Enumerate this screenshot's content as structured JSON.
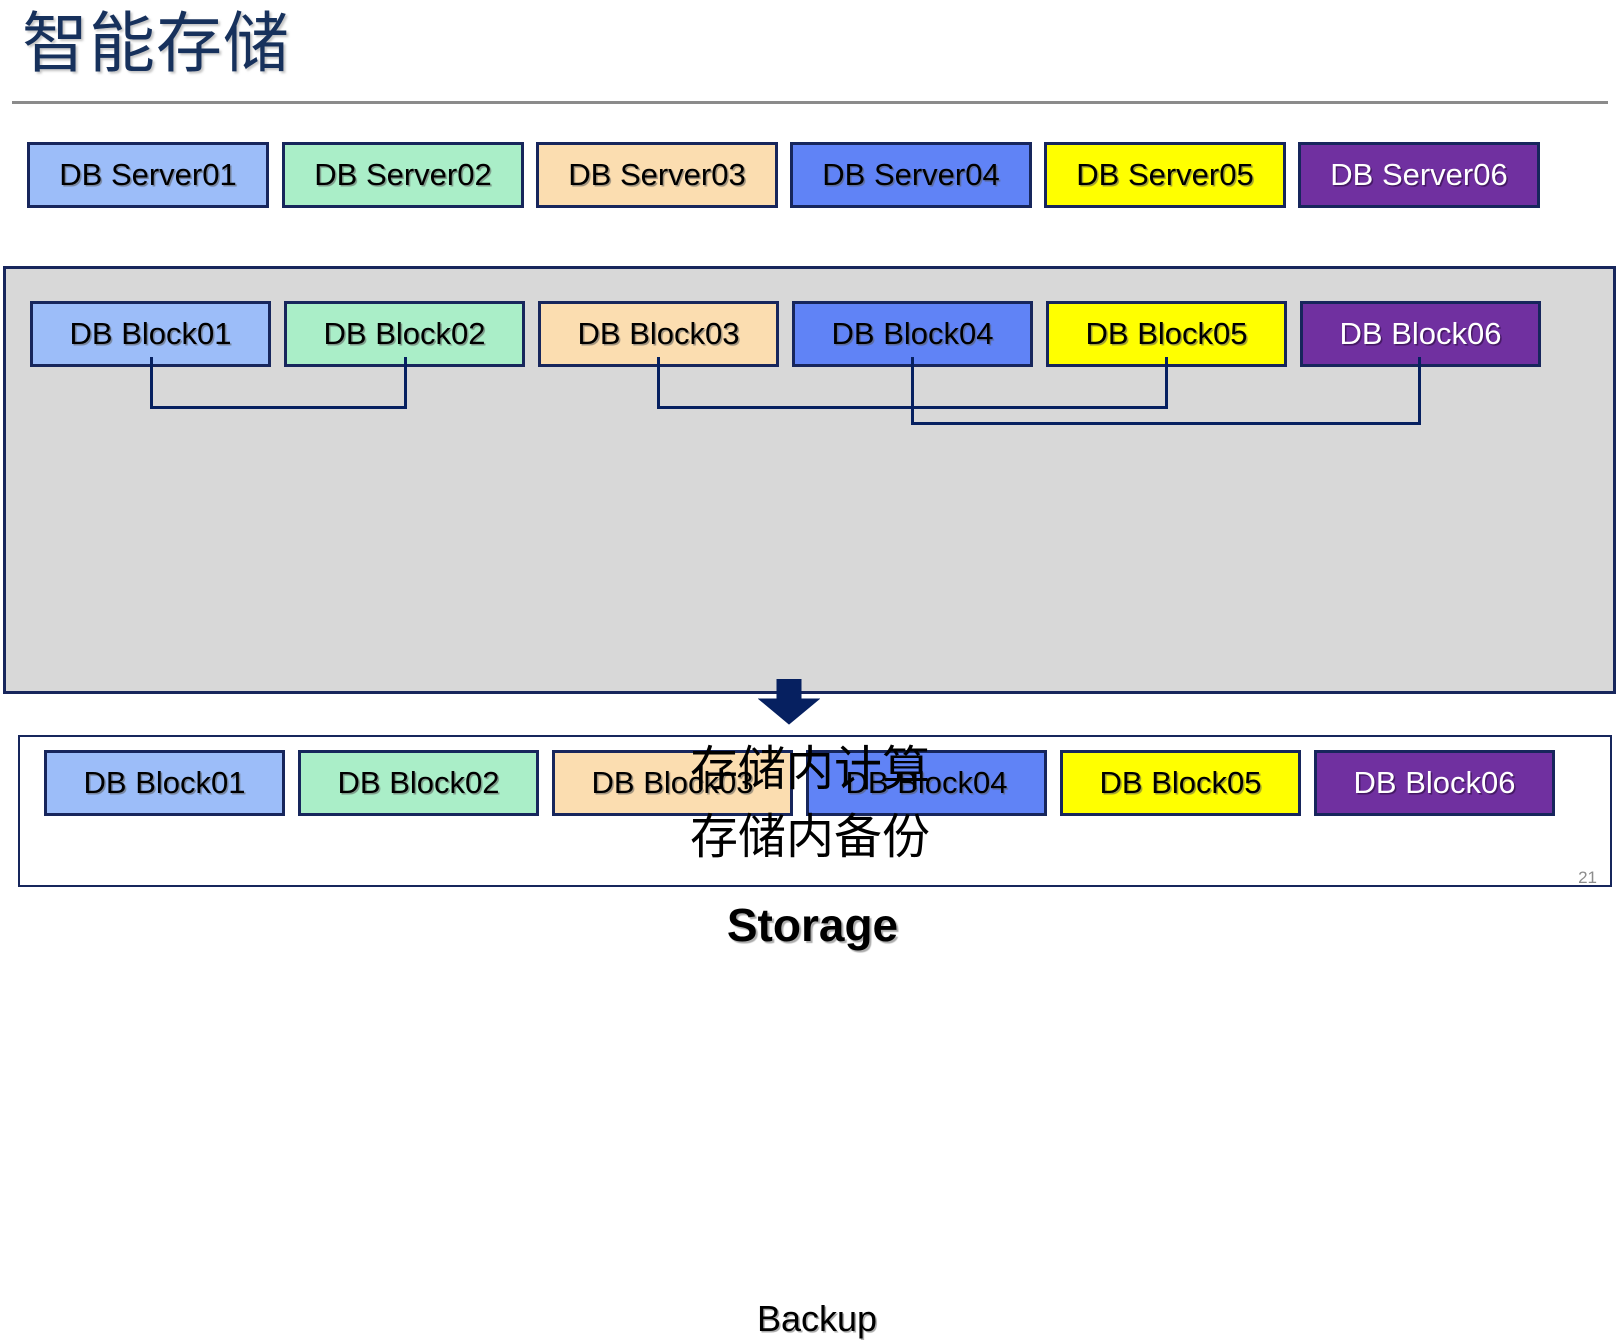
{
  "slide": {
    "title": "智能存储",
    "page_number": "21"
  },
  "colors": {
    "title_text": "#17315c",
    "title_rule": "#8b8b8b",
    "box_border": "#17265c",
    "connector": "#062060",
    "arrow": "#062060",
    "storage_fill": "#d8d8d8",
    "backup_fill": "#ffffff",
    "blue_light": "#9cbdf9",
    "green_mint": "#aaeec8",
    "peach": "#fbddb0",
    "blue_medium": "#6083f6",
    "yellow": "#ffff00",
    "purple": "#7030a0",
    "page_number_text": "#8c8c8c"
  },
  "servers": [
    {
      "label": "DB Server01",
      "fill": "#9cbdf9",
      "text": "#000000"
    },
    {
      "label": "DB Server02",
      "fill": "#aaeec8",
      "text": "#000000"
    },
    {
      "label": "DB Server03",
      "fill": "#fbddb0",
      "text": "#000000"
    },
    {
      "label": "DB Server04",
      "fill": "#6083f6",
      "text": "#000000"
    },
    {
      "label": "DB Server05",
      "fill": "#ffff00",
      "text": "#000000"
    },
    {
      "label": "DB Server06",
      "fill": "#7030a0",
      "text": "#ffffff"
    }
  ],
  "blocks_primary": [
    {
      "label": "DB Block01",
      "fill": "#9cbdf9",
      "text": "#000000"
    },
    {
      "label": "DB Block02",
      "fill": "#aaeec8",
      "text": "#000000"
    },
    {
      "label": "DB Block03",
      "fill": "#fbddb0",
      "text": "#000000"
    },
    {
      "label": "DB Block04",
      "fill": "#6083f6",
      "text": "#000000"
    },
    {
      "label": "DB Block05",
      "fill": "#ffff00",
      "text": "#000000"
    },
    {
      "label": "DB Block06",
      "fill": "#7030a0",
      "text": "#ffffff"
    }
  ],
  "blocks_backup": [
    {
      "label": "DB Block01",
      "fill": "#9cbdf9",
      "text": "#000000"
    },
    {
      "label": "DB Block02",
      "fill": "#aaeec8",
      "text": "#000000"
    },
    {
      "label": "DB Block03",
      "fill": "#fbddb0",
      "text": "#000000"
    },
    {
      "label": "DB Block04",
      "fill": "#6083f6",
      "text": "#000000"
    },
    {
      "label": "DB Block05",
      "fill": "#ffff00",
      "text": "#000000"
    },
    {
      "label": "DB Block06",
      "fill": "#7030a0",
      "text": "#ffffff"
    }
  ],
  "labels": {
    "backup": "Backup",
    "storage": "Storage"
  },
  "captions": [
    "存储内计算",
    "存储内备份"
  ]
}
